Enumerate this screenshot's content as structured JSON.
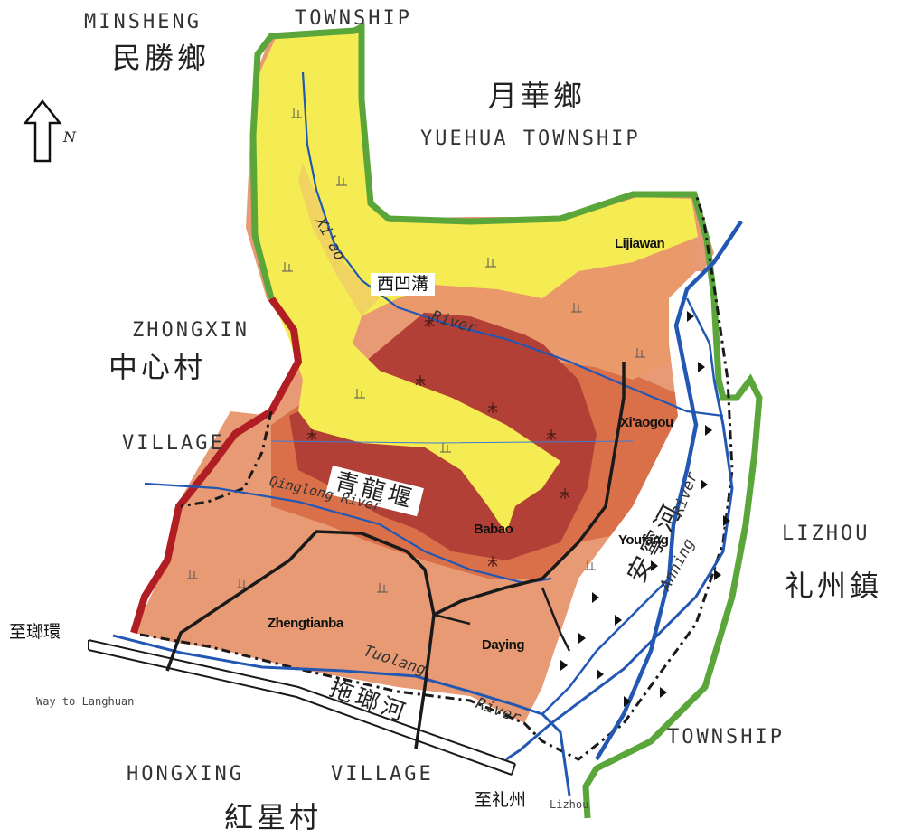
{
  "labels": {
    "minsheng_en": "MINSHENG",
    "township_top": "TOWNSHIP",
    "minsheng_zh": "民勝鄉",
    "yuehua_zh": "月華鄉",
    "yuehua_en": "YUEHUA TOWNSHIP",
    "zhongxin_en": "ZHONGXIN",
    "zhongxin_zh": "中心村",
    "village_left": "VILLAGE",
    "lizhou_en": "LIZHOU",
    "lizhou_zh": "礼州鎮",
    "township_right": "TOWNSHIP",
    "hongxing_en": "HONGXING",
    "village_bottom": "VILLAGE",
    "hongxing_zh": "紅星村",
    "to_langhuan_zh": "至瑯環",
    "way_to_langhuan": "Way to Langhuan",
    "to_lizhou_zh": "至礼州",
    "lizhou_small": "Lizhou"
  },
  "north": {
    "letter": "N"
  },
  "places": {
    "lijiawan": "Lijiawan",
    "xiaogou": "Xi'aogou",
    "babao": "Babao",
    "youfang": "Youfang",
    "zhengtianba": "Zhengtianba",
    "daying": "Daying"
  },
  "rivers": {
    "xiao_gully_zh": "西凹溝",
    "xiao_1": "Xi'ao",
    "xiao_2": "River",
    "qinglong_zh": "青龍堰",
    "qinglong_en": "Qinglong River",
    "tuolang_zh": "拖瑯河",
    "tuolang_en": "Tuolang",
    "tuolang_river": "River",
    "anning_zh": "安寧河",
    "anning_en": "Anning",
    "anning_river": "River"
  },
  "colors": {
    "boundary_green": "#5aa63a",
    "boundary_red": "#b01e24",
    "river_blue": "#2257b3",
    "yellow": "#f4ec52",
    "light_orange": "#e99b69",
    "salmon": "#df8a63",
    "dark_orange": "#cd5f3d",
    "deep_red": "#ad3835",
    "road": "#1a1a1a",
    "floodplain": "#ffffff"
  }
}
